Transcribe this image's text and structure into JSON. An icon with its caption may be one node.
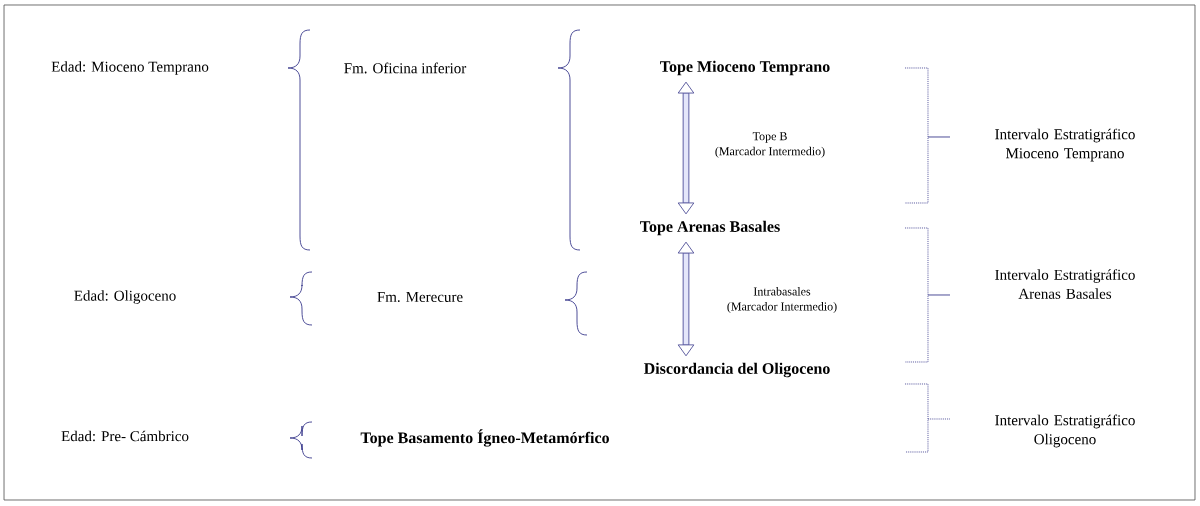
{
  "diagram": {
    "nodes": [
      {
        "text": [
          "Tope Mioceno  Temprano"
        ]
      },
      {
        "text": [
          "Tope Arenas Basales"
        ]
      },
      {
        "text": [
          "Discordancia del Oligoceno"
        ]
      }
    ],
    "edges": [
      {
        "from": 0,
        "to": 1,
        "arrow": "both",
        "label": "Tope B (Marcador Intermedio)"
      },
      {
        "from": 1,
        "to": 2,
        "arrow": "both",
        "label": "Intrabasales (Marcador Intermedio)"
      }
    ],
    "labels": [
      "Edad: Mioceno  Temprano",
      "Fm. Oficina inferior",
      "Intervalo Estratigráfico Mioceno Temprano",
      "Intervalo Estratigráfico Arenas Basales",
      "Edad: Oligoceno",
      "Fm. Merecure",
      "Intervalo Estratigráfico Oligoceno",
      "Edad: Pre- Cámbrico",
      "Tope Basamento Ígneo-Metamórfico"
    ]
  }
}
